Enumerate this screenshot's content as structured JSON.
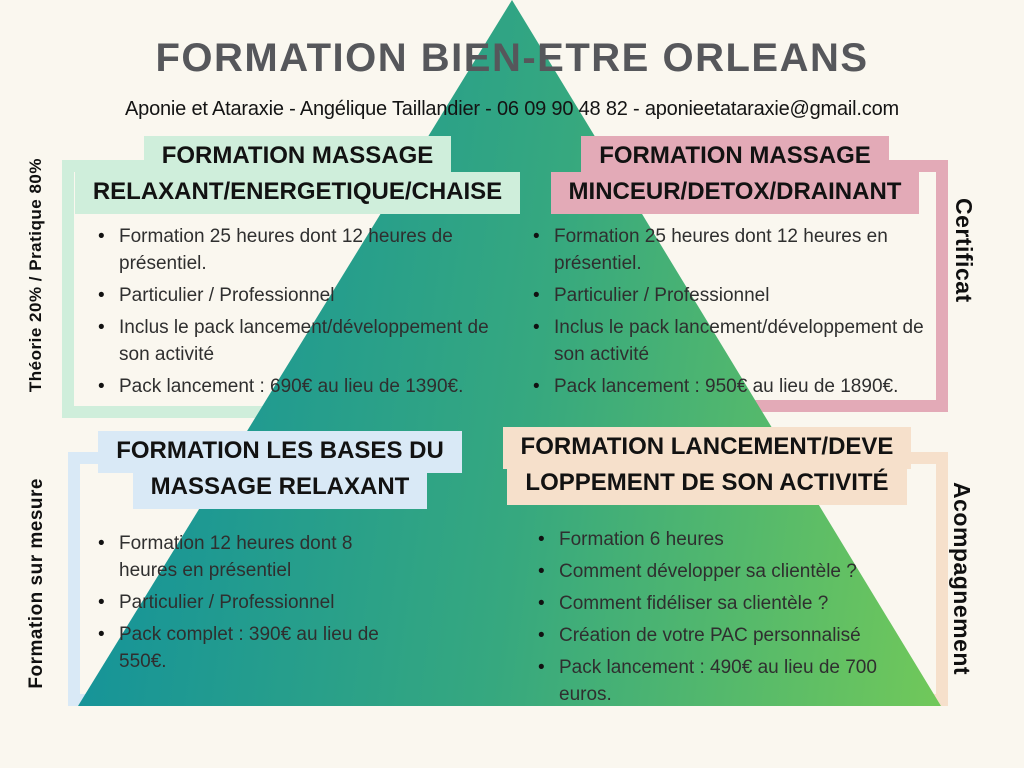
{
  "header": {
    "title": "FORMATION BIEN-ETRE ORLEANS",
    "subtitle": "Aponie et Ataraxie - Angélique Taillandier - 06 09 90 48 82 - aponieetataraxie@gmail.com"
  },
  "side_labels": {
    "left_top": "Théorie 20% / Pratique 80%",
    "left_bottom": "Formation sur mesure",
    "right_top": "Certificat",
    "right_bottom": "Acompagnement"
  },
  "cards": [
    {
      "id": "massage-relaxant-energetique-chaise",
      "line1": "FORMATION MASSAGE",
      "line2": "RELAXANT/ENERGETIQUE/CHAISE",
      "accent": "#cfeedb",
      "bullets": [
        "Formation 25 heures dont 12 heures de présentiel.",
        "Particulier / Professionnel",
        "Inclus le pack lancement/développement de son activité",
        "Pack lancement : 690€ au lieu de 1390€."
      ]
    },
    {
      "id": "massage-minceur-detox-drainant",
      "line1": "FORMATION MASSAGE",
      "line2": "MINCEUR/DETOX/DRAINANT",
      "accent": "#e3aab7",
      "bullets": [
        "Formation 25 heures dont 12 heures en présentiel.",
        "Particulier / Professionnel",
        "Inclus le pack lancement/développement de son activité",
        "Pack lancement : 950€ au lieu de 1890€."
      ]
    },
    {
      "id": "bases-massage-relaxant",
      "line1": "FORMATION LES BASES DU",
      "line2": "MASSAGE RELAXANT",
      "accent": "#d9e9f6",
      "bullets": [
        "Formation 12 heures dont 8 heures en présentiel",
        "Particulier / Professionnel",
        "Pack complet : 390€ au lieu de 550€."
      ]
    },
    {
      "id": "lancement-developpement-activite",
      "line1": "FORMATION LANCEMENT/DEVE",
      "line2": "LOPPEMENT DE SON ACTIVITÉ",
      "accent": "#f6e0cb",
      "bullets": [
        "Formation 6 heures",
        "Comment développer sa clientèle ?",
        "Comment fidéliser sa clientèle ?",
        "Création de votre PAC personnalisé",
        "Pack lancement : 490€ au lieu de 700 euros."
      ]
    }
  ],
  "colors": {
    "bg": "#faf7ef",
    "title": "#56575b",
    "text": "#2f2f2f",
    "mint": "#cfeedb",
    "pink": "#e3aab7",
    "blue": "#d9e9f6",
    "peach": "#f6e0cb",
    "tri1": "#0e8f9f",
    "tri2": "#36a87f",
    "tri3": "#74ca58"
  }
}
